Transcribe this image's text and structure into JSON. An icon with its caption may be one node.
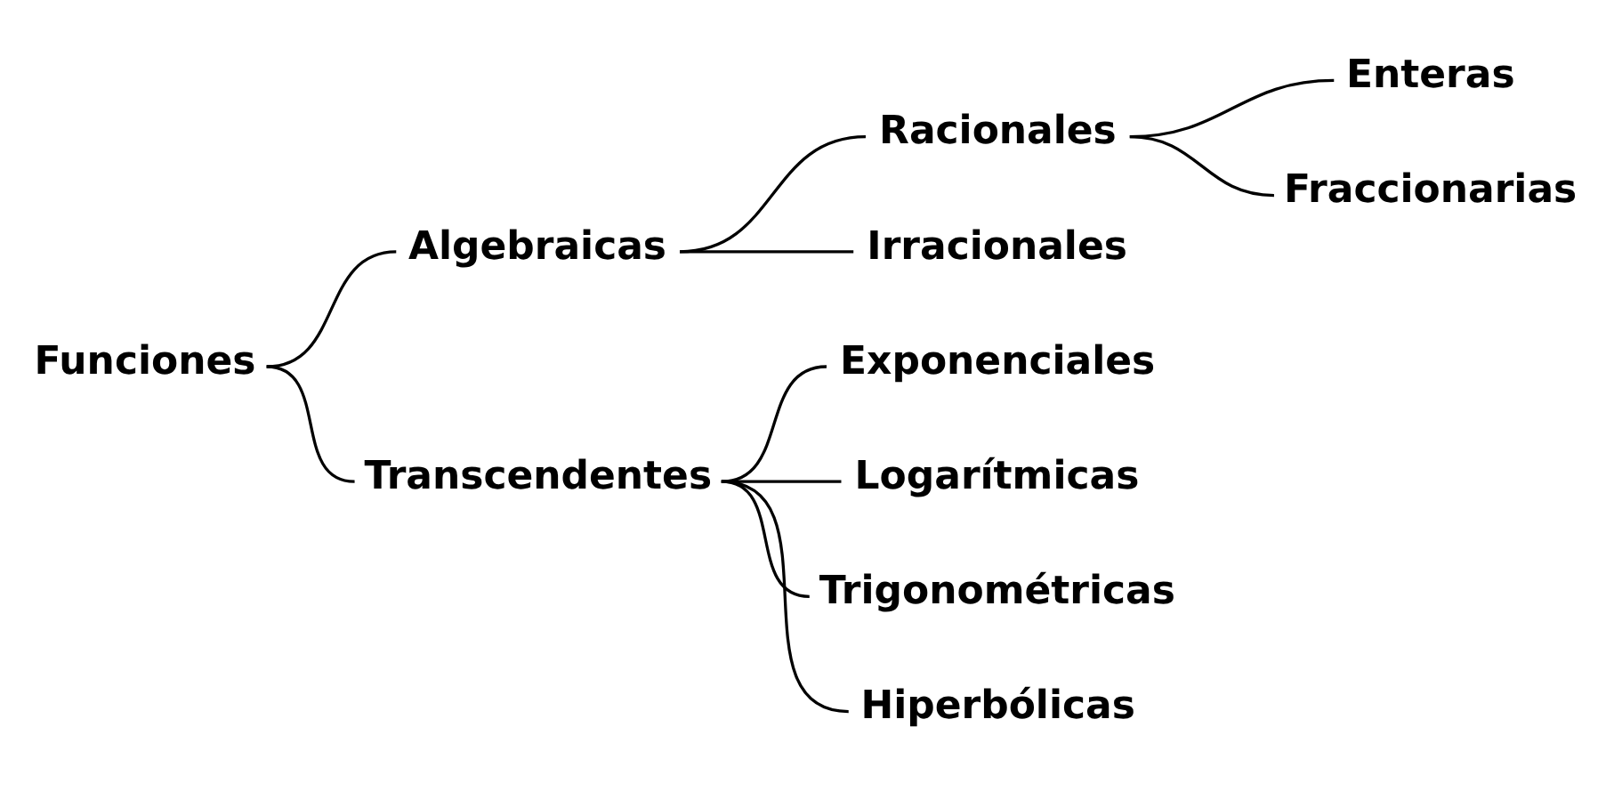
{
  "diagram": {
    "nodes": [
      {
        "text": [
          "Funciones"
        ]
      },
      {
        "text": [
          "Algebraicas"
        ]
      },
      {
        "text": [
          "Transcendentes"
        ]
      },
      {
        "text": [
          "Racionales"
        ]
      },
      {
        "text": [
          "Irracionales"
        ]
      },
      {
        "text": [
          "Enteras"
        ]
      },
      {
        "text": [
          "Fraccionarias"
        ]
      },
      {
        "text": [
          "Exponenciales"
        ]
      },
      {
        "text": [
          "Logarítmicas"
        ]
      },
      {
        "text": [
          "Trigonométricas"
        ]
      },
      {
        "text": [
          "Hiperbólicas"
        ]
      }
    ],
    "edges": [
      {
        "from": 0,
        "to": 1,
        "arrow": "none"
      },
      {
        "from": 0,
        "to": 2,
        "arrow": "none"
      },
      {
        "from": 1,
        "to": 3,
        "arrow": "none"
      },
      {
        "from": 1,
        "to": 4,
        "arrow": "none"
      },
      {
        "from": 3,
        "to": 5,
        "arrow": "none"
      },
      {
        "from": 3,
        "to": 6,
        "arrow": "none"
      },
      {
        "from": 2,
        "to": 7,
        "arrow": "none"
      },
      {
        "from": 2,
        "to": 8,
        "arrow": "none"
      },
      {
        "from": 2,
        "to": 9,
        "arrow": "none"
      },
      {
        "from": 2,
        "to": 10,
        "arrow": "none"
      }
    ]
  }
}
